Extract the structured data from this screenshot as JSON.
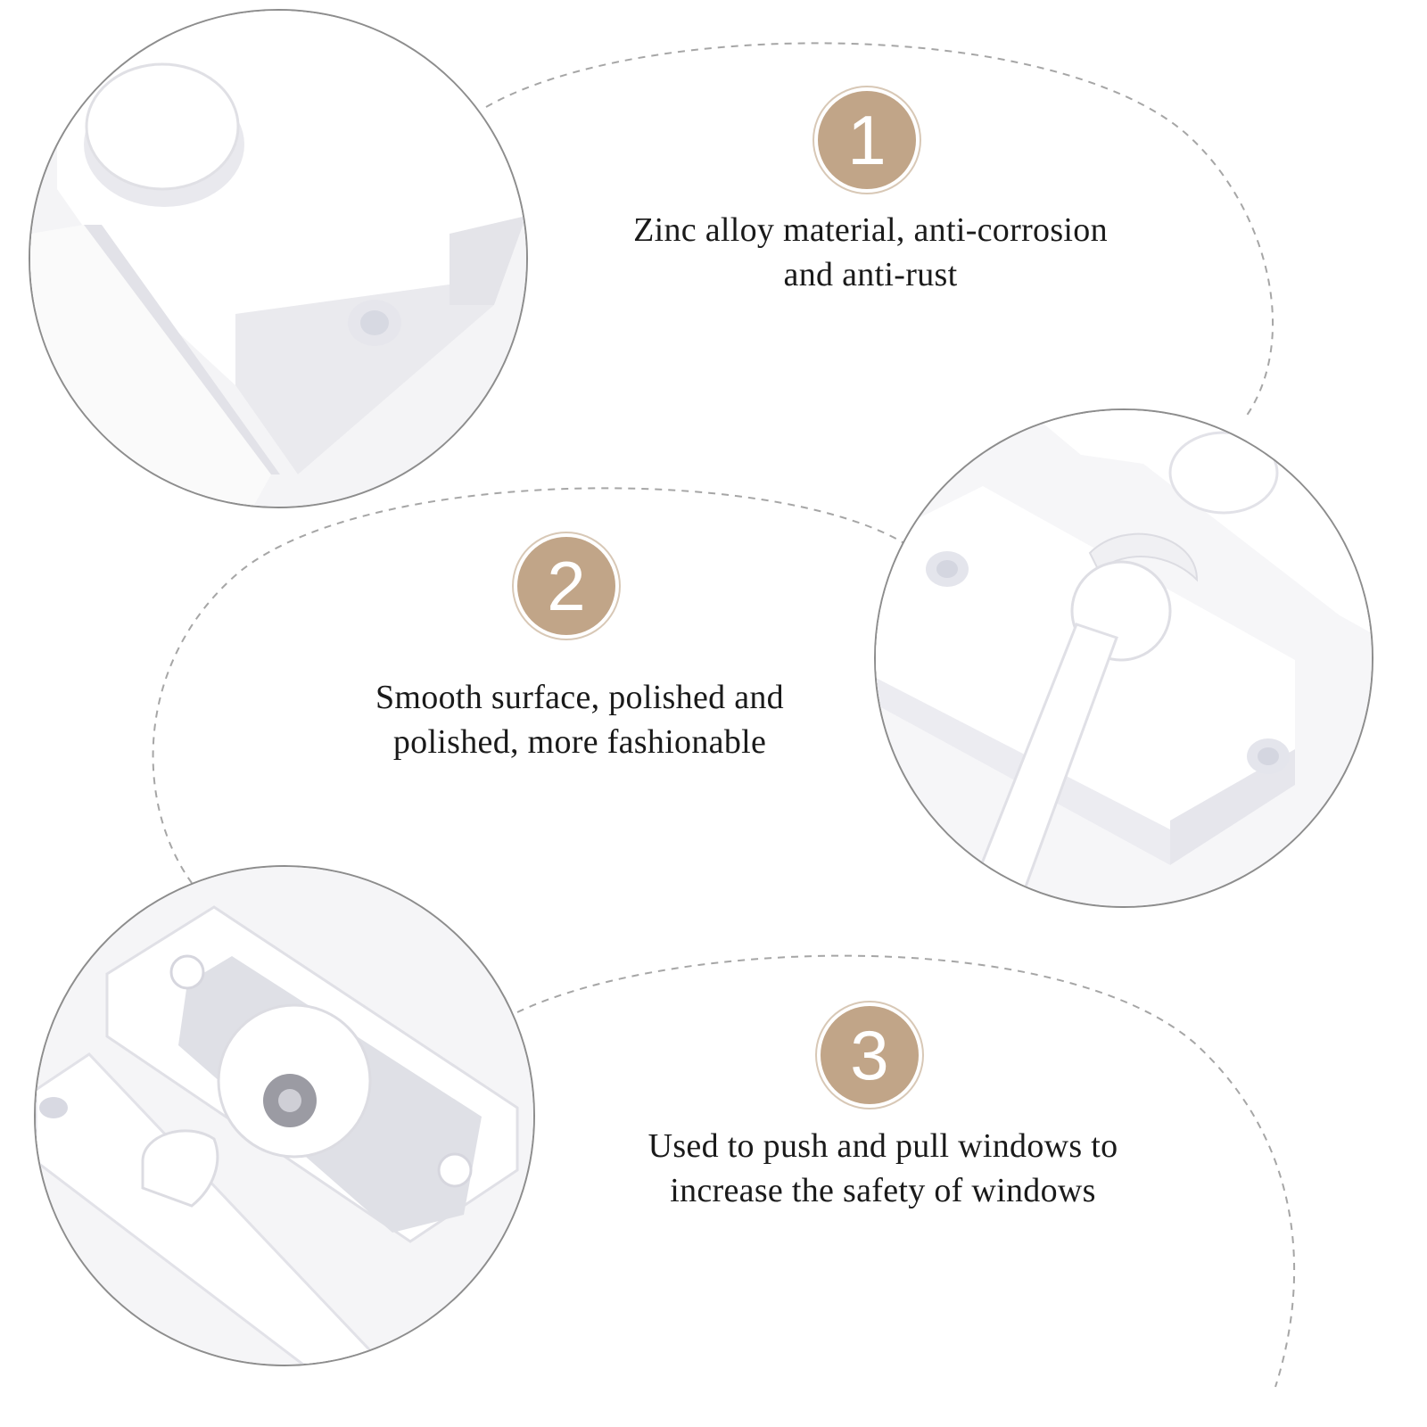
{
  "features": [
    {
      "number": "1",
      "lines": [
        "Zinc alloy material, anti-corrosion",
        "and anti-rust"
      ]
    },
    {
      "number": "2",
      "lines": [
        "Smooth surface, polished and",
        "polished, more fashionable"
      ]
    },
    {
      "number": "3",
      "lines": [
        "Used to push and pull windows to",
        "increase the safety of windows"
      ]
    }
  ],
  "colors": {
    "badge": "#c1a588",
    "dashed_line": "#a6a6a6",
    "circle_border": "#8d8d8d",
    "text": "#1a1a1a"
  },
  "photos": [
    {
      "subject": "latch-button-closeup"
    },
    {
      "subject": "latch-handle-closeup"
    },
    {
      "subject": "latch-back-side-closeup"
    }
  ]
}
